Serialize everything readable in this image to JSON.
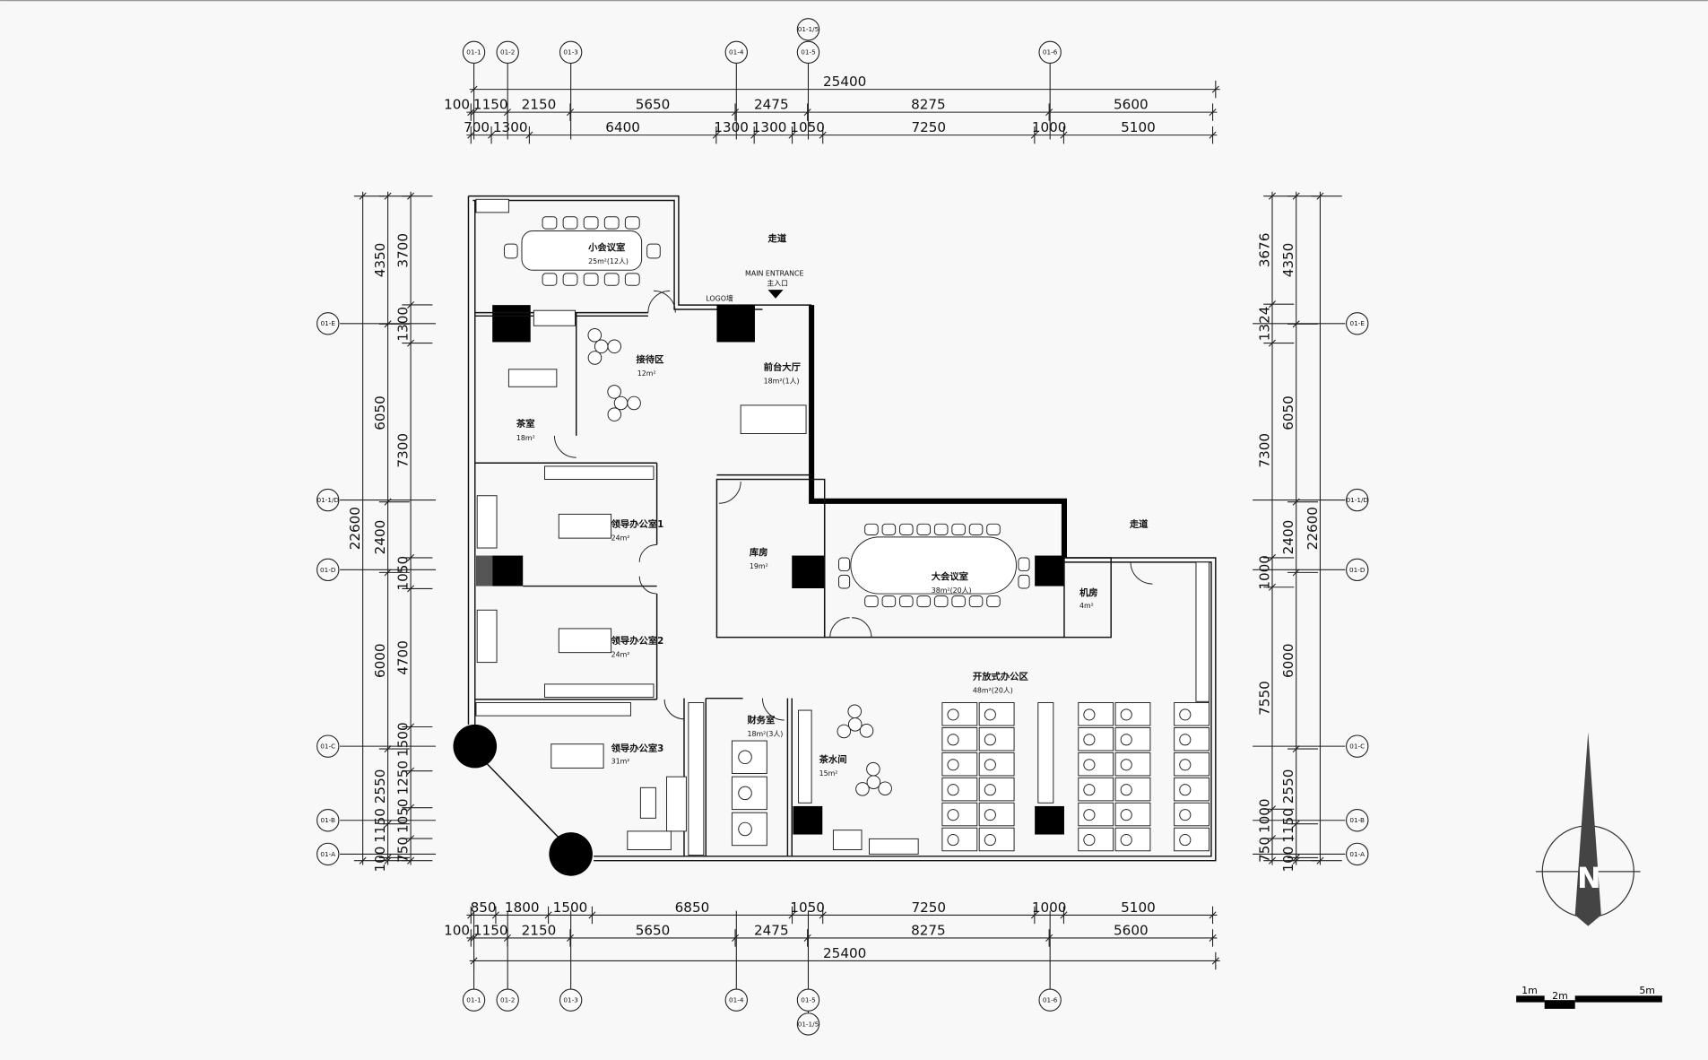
{
  "title": "Office floor plan",
  "dimensions": {
    "top_total": "25400",
    "top_row1": [
      "100",
      "1150",
      "2150",
      "5650",
      "2475",
      "8275",
      "5600"
    ],
    "top_row2": [
      "700",
      "1300",
      "6400",
      "1300",
      "1300",
      "1050",
      "7250",
      "1000",
      "5100"
    ],
    "bottom_row1": [
      "850",
      "1800",
      "1500",
      "6850",
      "1050",
      "7250",
      "1000",
      "5100"
    ],
    "bottom_row2": [
      "100",
      "1150",
      "2150",
      "5650",
      "2475",
      "8275",
      "5600"
    ],
    "bottom_total": "25400",
    "left_total": "22600",
    "left_middle": [
      "4350",
      "6050",
      "2400",
      "6000",
      "2550",
      "1150",
      "100"
    ],
    "left_inner": [
      "3700",
      "1300",
      "7300",
      "1050",
      "4700",
      "1500",
      "1250",
      "1050",
      "750"
    ],
    "right_total": "22600",
    "right_middle": [
      "4350",
      "6050",
      "2400",
      "6000",
      "2550",
      "1150",
      "100"
    ],
    "right_inner": [
      "3676",
      "1324",
      "7300",
      "1000",
      "7550",
      "1000",
      "750"
    ]
  },
  "grid_x": [
    "01-1",
    "01-2",
    "01-3",
    "01-4",
    "01-5",
    "01-6"
  ],
  "grid_x_extra": "01-1/5",
  "grid_y": [
    "01-E",
    "01-1/D",
    "01-D",
    "01-C",
    "01-B",
    "01-A"
  ],
  "rooms": {
    "small_meeting": {
      "name": "小会议室",
      "area": "25m²(12人)"
    },
    "corridor_top": {
      "name": "走道"
    },
    "entrance": {
      "en": "MAIN ENTRANCE",
      "cn": "主入口",
      "logo": "LOGO墙"
    },
    "reception": {
      "name": "接待区",
      "area": "12m²"
    },
    "lobby": {
      "name": "前台大厅",
      "area": "18m²(1人)"
    },
    "tea_room": {
      "name": "茶室",
      "area": "18m²"
    },
    "leader1": {
      "name": "领导办公室1",
      "area": "24m²"
    },
    "storage": {
      "name": "库房",
      "area": "19m²"
    },
    "big_meeting": {
      "name": "大会议室",
      "area": "38m²(20人)"
    },
    "server": {
      "name": "机房",
      "area": "4m²"
    },
    "corridor_right": {
      "name": "走道"
    },
    "leader2": {
      "name": "领导办公室2",
      "area": "24m²"
    },
    "open_office": {
      "name": "开放式办公区",
      "area": "48m²(20人)"
    },
    "leader3": {
      "name": "领导办公室3",
      "area": "31m²"
    },
    "finance": {
      "name": "财务室",
      "area": "18m²(3人)"
    },
    "pantry": {
      "name": "茶水间",
      "area": "15m²"
    }
  },
  "compass": {
    "label": "N"
  },
  "scale_bar": {
    "labels": [
      "1m",
      "2m",
      "5m"
    ]
  }
}
